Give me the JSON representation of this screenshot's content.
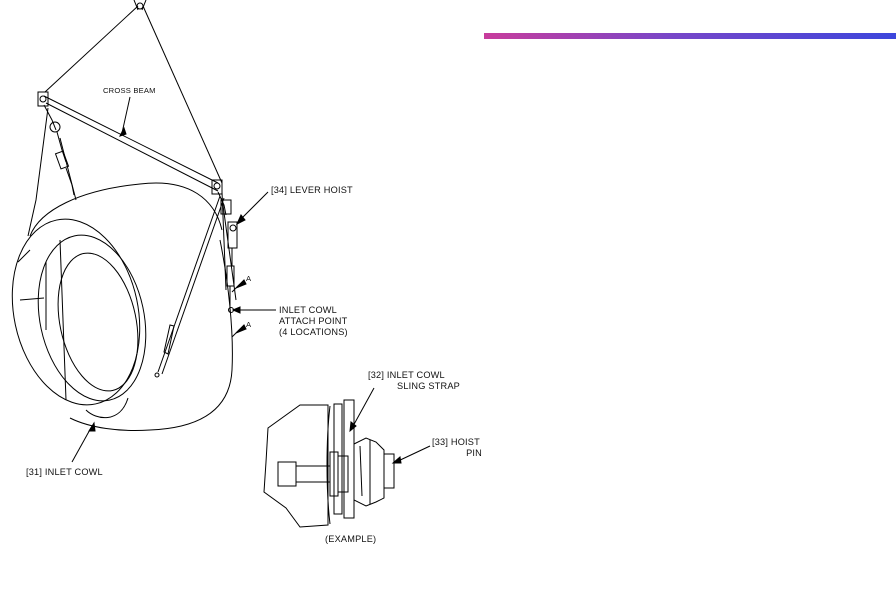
{
  "diagram": {
    "labels": {
      "cross_beam": "CROSS BEAM",
      "lever_hoist": "[34] LEVER HOIST",
      "marker_a_upper": "A",
      "marker_a_lower": "A",
      "attach_point_line1": "INLET COWL",
      "attach_point_line2": "ATTACH POINT",
      "attach_point_line3": "(4 LOCATIONS)",
      "sling_strap_line1": "[32] INLET COWL",
      "sling_strap_line2": "SLING STRAP",
      "hoist_pin_line1": "[33] HOIST",
      "hoist_pin_line2": "PIN",
      "inlet_cowl": "[31] INLET COWL",
      "example": "(EXAMPLE)"
    },
    "accent_bar_colors": [
      "#c83c9c",
      "#7846c8",
      "#3c46dc"
    ]
  }
}
